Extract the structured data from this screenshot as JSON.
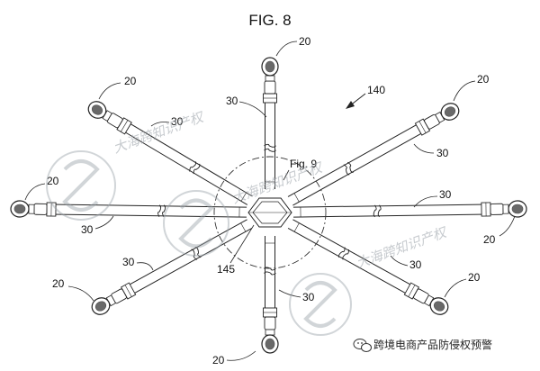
{
  "figure": {
    "title": "FIG. 8",
    "callout_label": "Fig. 9"
  },
  "reference_labels": {
    "clip": "20",
    "strap": "30",
    "assembly": "140",
    "hub": "145"
  },
  "labels": [
    {
      "id": "clip-top",
      "ref": "20"
    },
    {
      "id": "clip-top-right",
      "ref": "20"
    },
    {
      "id": "clip-top-left",
      "ref": "20"
    },
    {
      "id": "clip-left",
      "ref": "20"
    },
    {
      "id": "clip-right",
      "ref": "20"
    },
    {
      "id": "clip-bottom-left",
      "ref": "20"
    },
    {
      "id": "clip-bottom-right",
      "ref": "20"
    },
    {
      "id": "clip-bottom",
      "ref": "20"
    },
    {
      "id": "strap-top",
      "ref": "30"
    },
    {
      "id": "strap-upper-left",
      "ref": "30"
    },
    {
      "id": "strap-upper-right",
      "ref": "30"
    },
    {
      "id": "strap-right",
      "ref": "30"
    },
    {
      "id": "strap-left",
      "ref": "30"
    },
    {
      "id": "strap-lower-left",
      "ref": "30"
    },
    {
      "id": "strap-lower-right",
      "ref": "30"
    },
    {
      "id": "strap-bottom",
      "ref": "30"
    },
    {
      "id": "assembly",
      "ref": "140"
    },
    {
      "id": "hub",
      "ref": "145"
    }
  ],
  "watermark": {
    "brand_text": "大海跨知识产权",
    "wechat_account": "跨境电商产品防侵权预警"
  },
  "colors": {
    "line": "#222222",
    "watermark": "#9aa1a8"
  }
}
